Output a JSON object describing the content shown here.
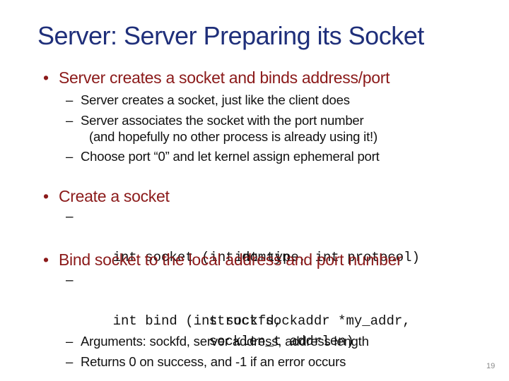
{
  "slide": {
    "title": "Server: Server Preparing its Socket",
    "page_number": "19",
    "sections": [
      {
        "bullet": "Server creates a socket and binds address/port",
        "subitems": [
          "Server creates a socket, just like the client does",
          "Server associates the socket with the port number",
          "(and hopefully no other process is already using it!)",
          "Choose port “0” and let kernel assign ephemeral port"
        ]
      },
      {
        "bullet": "Create a socket",
        "code": [
          "int socket (int domain,",
          "int type, int protocol)"
        ]
      },
      {
        "bullet": "Bind socket to the local address and port number",
        "code": [
          "int bind (int sockfd,",
          "struct sockaddr *my_addr,",
          "socklen_t addrlen)"
        ],
        "subitems": [
          "Arguments: sockfd, server address, address length",
          "Returns 0 on success, and -1 if an error occurs"
        ]
      }
    ],
    "symbols": {
      "bullet": "•",
      "dash": "–"
    }
  }
}
